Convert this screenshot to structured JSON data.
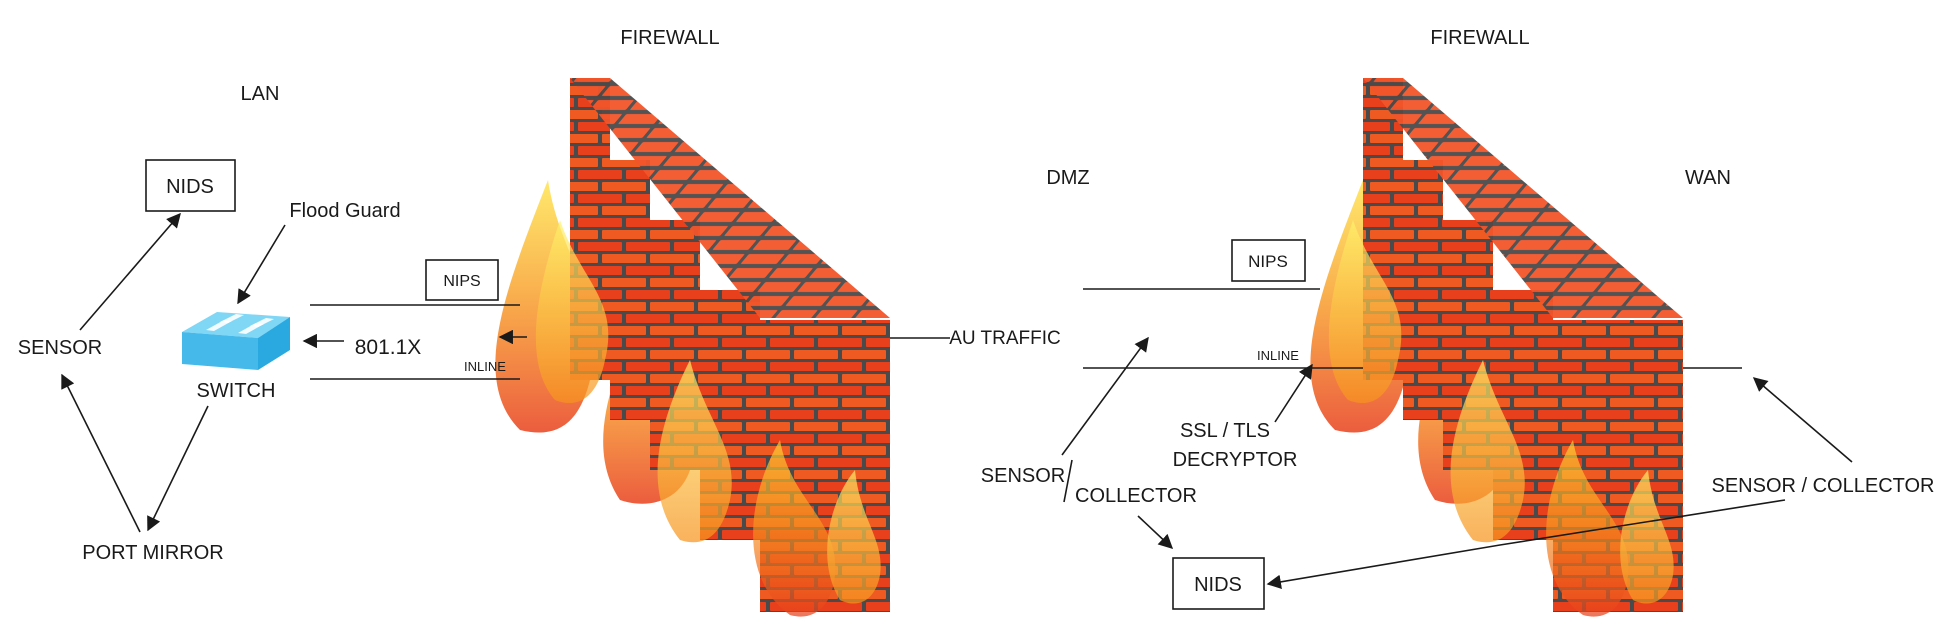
{
  "labels": {
    "firewall_left": "FIREWALL",
    "firewall_right": "FIREWALL",
    "lan": "LAN",
    "dmz": "DMZ",
    "wan": "WAN",
    "nids_top": "NIDS",
    "nids_bottom": "NIDS",
    "flood_guard": "Flood Guard",
    "sensor_left": "SENSOR",
    "switch": "SWITCH",
    "port_mirror": "PORT MIRROR",
    "auth_8021x": "801.1X",
    "nips_left": "NIPS",
    "inline_left": "INLINE",
    "au_traffic": "AU TRAFFIC",
    "nips_right": "NIPS",
    "inline_right": "INLINE",
    "ssl_tls_line1": "SSL / TLS",
    "ssl_tls_line2": "DECRYPTOR",
    "sensor_dmz": "SENSOR",
    "collector_dmz": "COLLECTOR",
    "sensor_collector_wan": "SENSOR / COLLECTOR"
  },
  "colors": {
    "brick": "#e8401c",
    "brick_dark": "#4a4a4a",
    "flame_outer": "#f47b20",
    "flame_inner": "#ffd21a",
    "switch_top": "#7fd6f5",
    "switch_side": "#2aa9e0"
  },
  "icons": {
    "firewall": "brick-wall-fire-icon",
    "switch": "network-switch-icon"
  }
}
